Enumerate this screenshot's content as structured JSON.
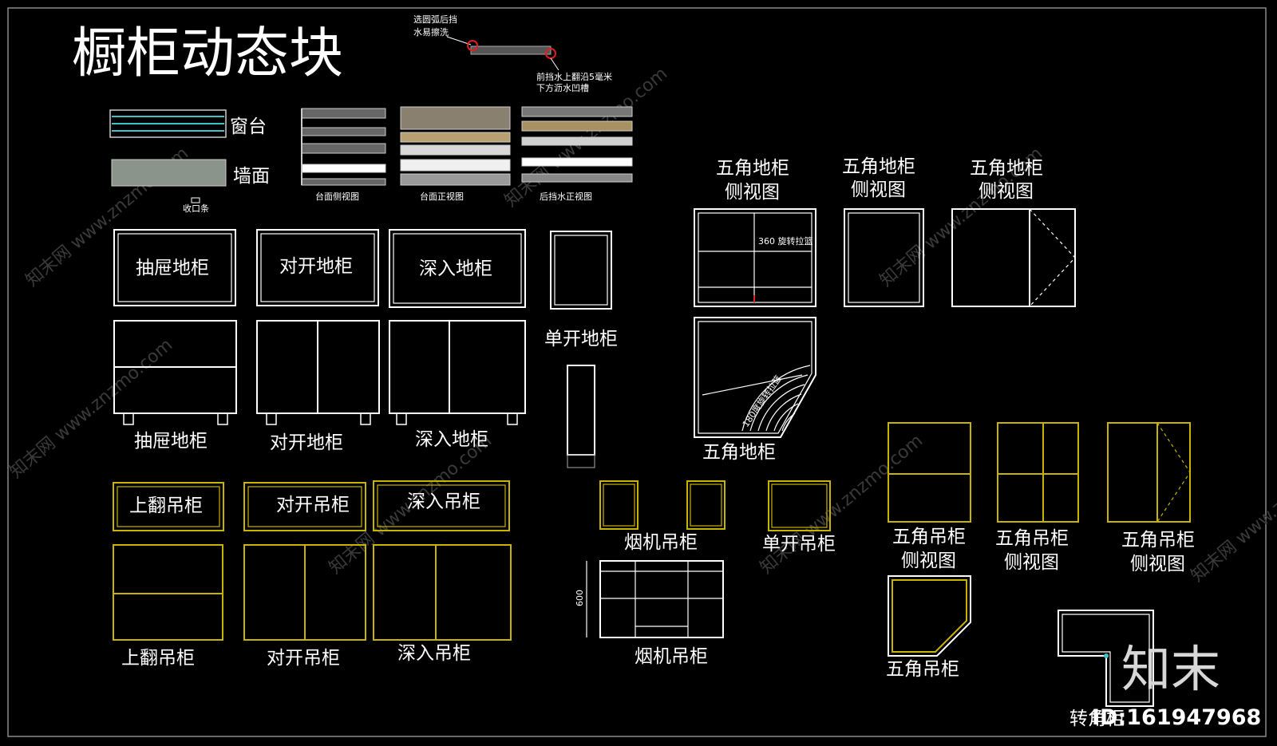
{
  "title": "橱柜动态块",
  "note_top": [
    "选圆弧后挡",
    "水易擦洗"
  ],
  "note_front": [
    "前挡水上翻沿5毫米",
    "下方沥水凹槽"
  ],
  "legend": {
    "window_sill": "窗台",
    "wall_face": "墙面",
    "trim": "收口条"
  },
  "counter_views": {
    "side": "台面侧视图",
    "front": "台面正视图",
    "backsplash": "后挡水正视图"
  },
  "base_top_labels": {
    "drawer": "抽屉地柜",
    "double": "对开地柜",
    "deep": "深入地柜"
  },
  "base_front_labels": {
    "drawer": "抽屉地柜",
    "double": "对开地柜",
    "deep": "深入地柜"
  },
  "single_base": "单开地柜",
  "pent_base_side_1": [
    "五角地柜",
    "侧视图"
  ],
  "pent_base_side_2": [
    "五角地柜",
    "侧视图"
  ],
  "pent_base_side_3": [
    "五角地柜",
    "侧视图"
  ],
  "rotate_label": "360 旋转拉篮",
  "rotate_label_2": "180度旋转拉篮",
  "pent_base": "五角地柜",
  "wall_top_labels": {
    "flip": "上翻吊柜",
    "double": "对开吊柜",
    "deep": "深入吊柜"
  },
  "wall_front_labels": {
    "flip": "上翻吊柜",
    "double": "对开吊柜",
    "deep": "深入吊柜"
  },
  "hood_wall_1": "烟机吊柜",
  "hood_wall_2": "烟机吊柜",
  "hood_dim": "600",
  "single_wall": "单开吊柜",
  "pent_wall_side_1": [
    "五角吊柜",
    "侧视图"
  ],
  "pent_wall_side_2": [
    "五角吊柜",
    "侧视图"
  ],
  "pent_wall_side_3": [
    "五角吊柜",
    "侧视图"
  ],
  "pent_wall": "五角吊柜",
  "corner": "转角柜",
  "logo": "知末",
  "id_text": "ID:161947968",
  "watermark": "知末网 www.znzmo.com"
}
